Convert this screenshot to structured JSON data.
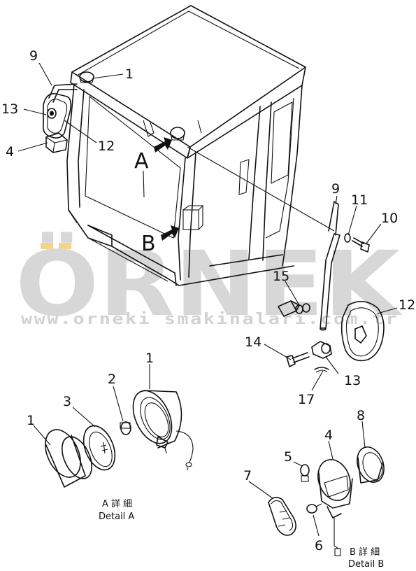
{
  "watermark": {
    "brand": "ÖRNEK",
    "url": "www.orneki smakinalari.com.tr",
    "accent_color": "#f2d48a"
  },
  "callouts": {
    "c1_cab": "1",
    "c9_left": "9",
    "c13_left": "13",
    "c12_left": "12",
    "c4_left": "4",
    "c9_right": "9",
    "c11": "11",
    "c10": "10",
    "c15": "15",
    "c12_right": "12",
    "c14": "14",
    "c13_right": "13",
    "c17": "17",
    "c1_ring": "1",
    "c3": "3",
    "c2": "2",
    "c1_lamp": "1",
    "c5": "5",
    "c4_lamp": "4",
    "c8": "8",
    "c7": "7",
    "c6": "6"
  },
  "views": {
    "arrow_a": "A",
    "arrow_b": "B"
  },
  "details": {
    "a_jp": "A 詳 細",
    "a_en": "Detail A",
    "b_jp": "B 詳 細",
    "b_en": "Detail B"
  }
}
